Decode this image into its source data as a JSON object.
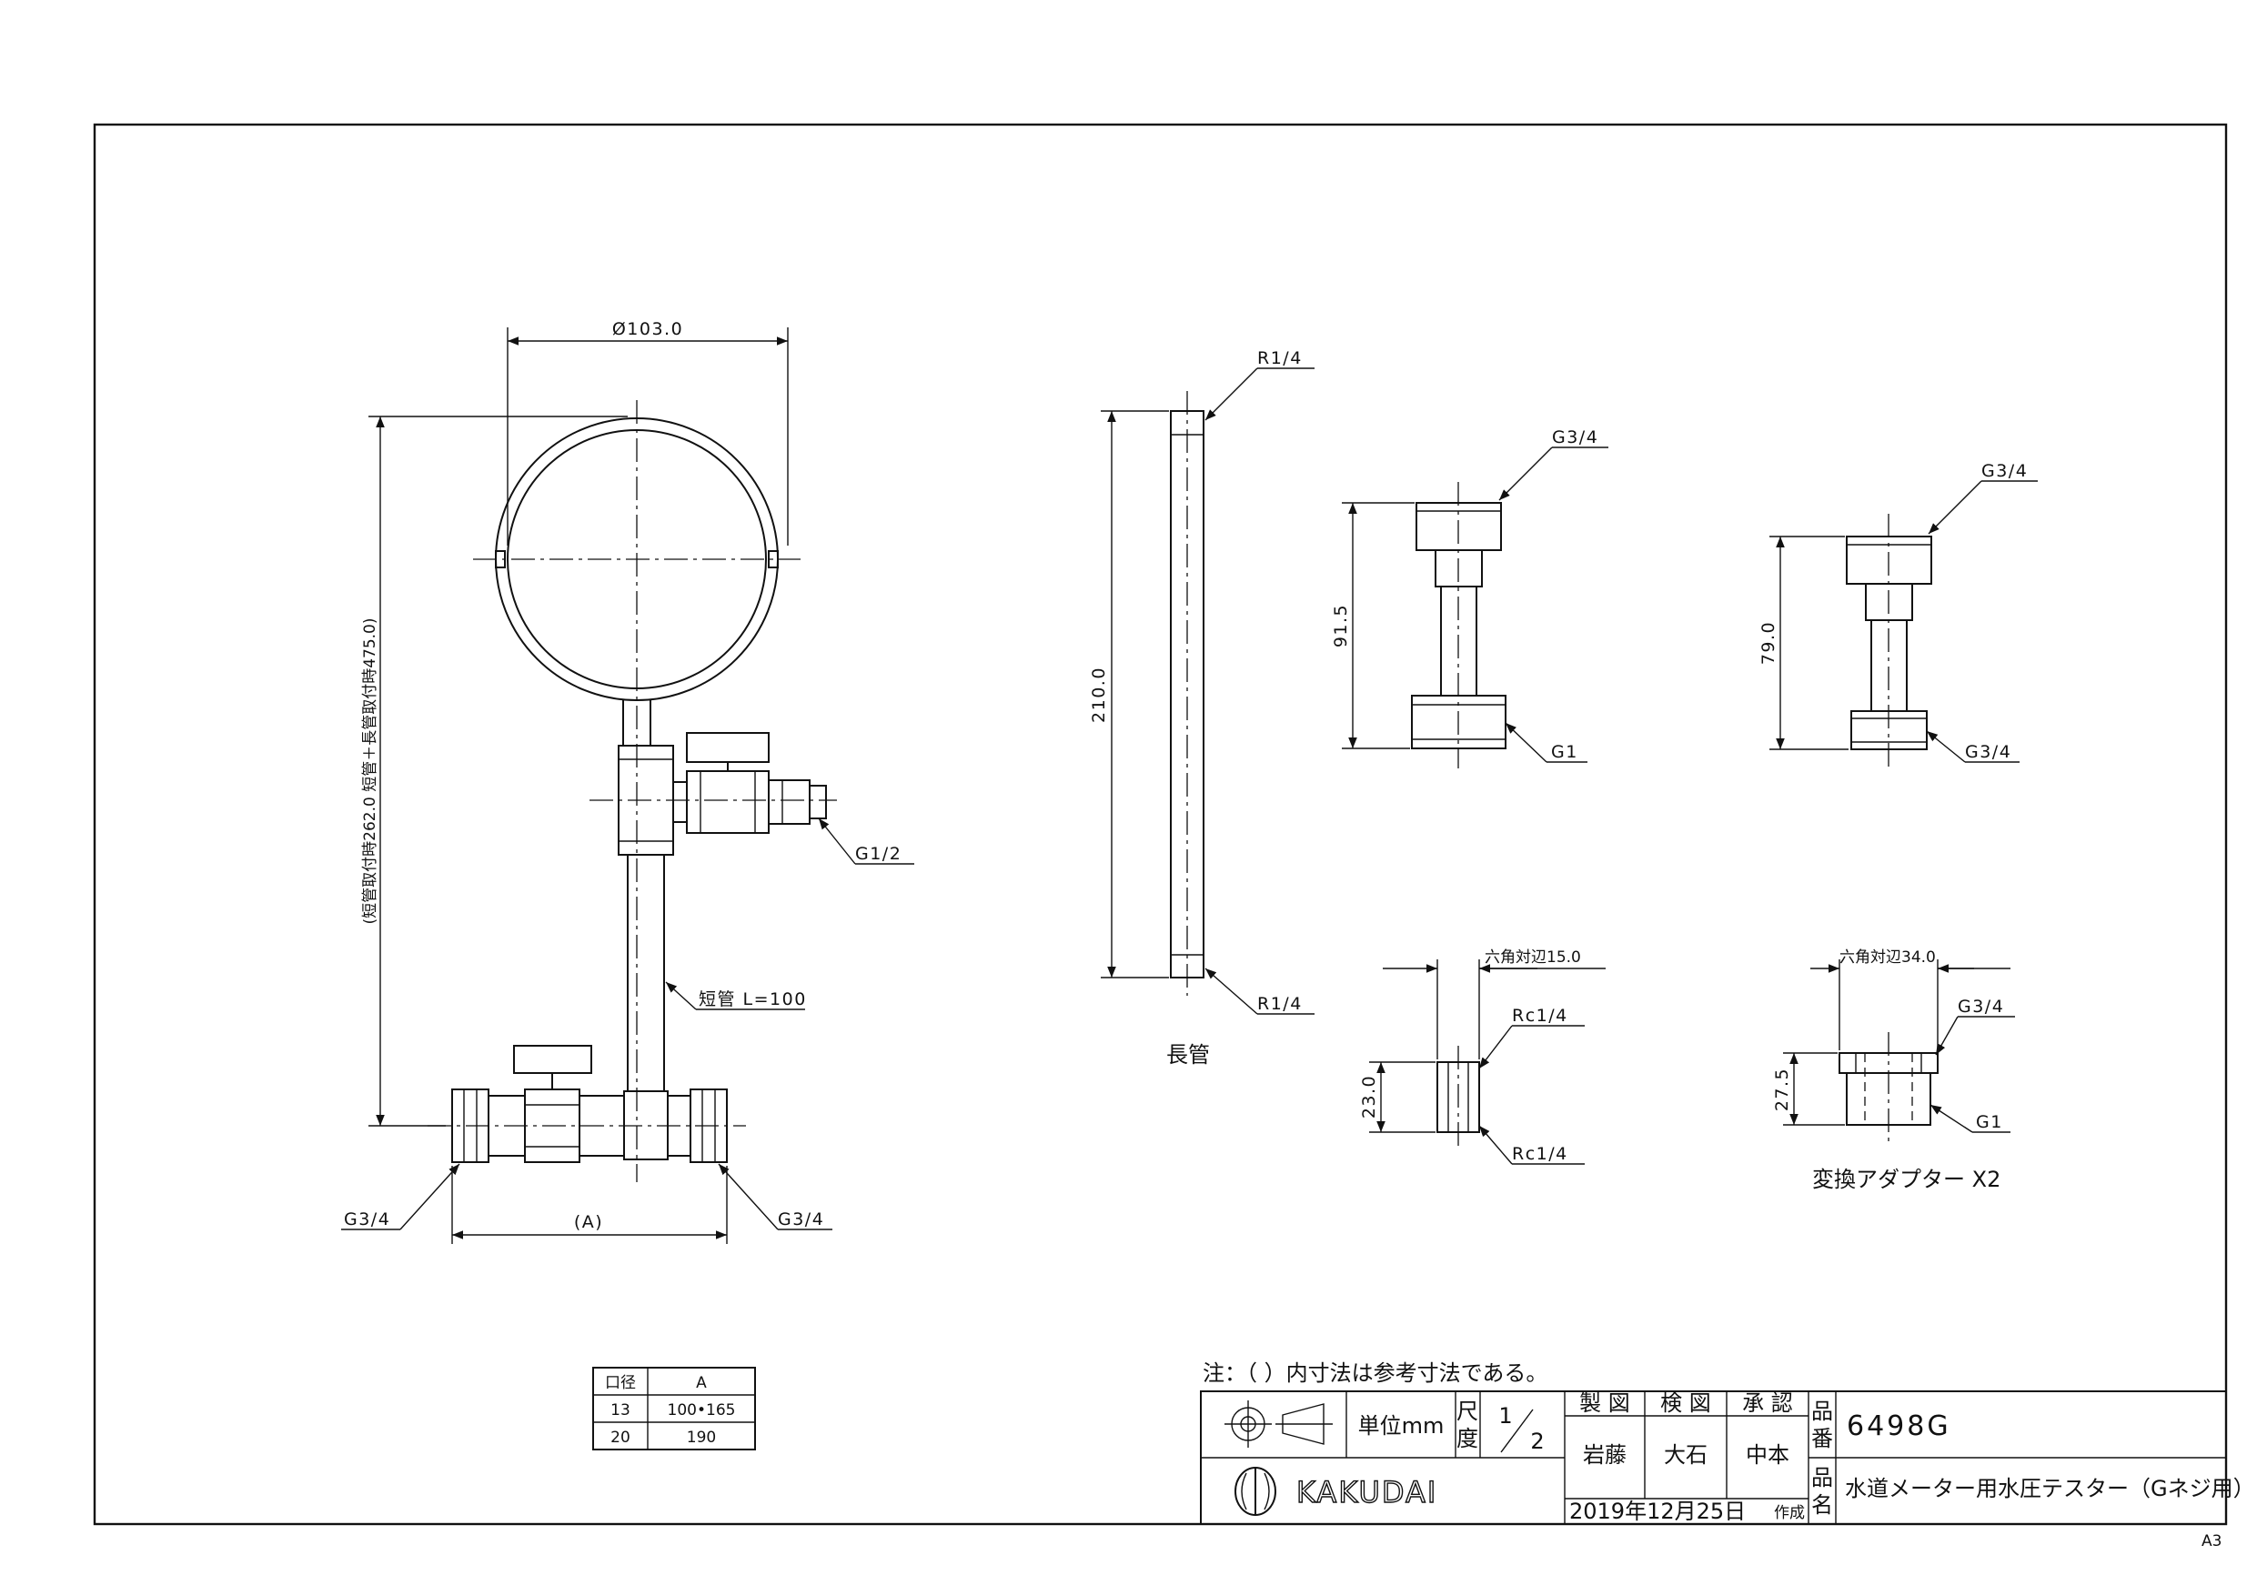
{
  "sheet_size": "A3",
  "logo_text": "KAKUDAI",
  "dimensions": {
    "dial_diameter": "Ø103.0",
    "total_height": "(短管取付時262.0  短管＋長管取付時475.0)",
    "width_a": "(A)",
    "long_pipe_length": "210.0",
    "adapter1_height": "91.5",
    "adapter2_height": "79.0",
    "nipple_length": "23.0",
    "nipple_hex": "六角対辺15.0",
    "adapter3_height": "27.5",
    "adapter3_hex": "六角対辺34.0"
  },
  "thread_labels": {
    "outlet_side": "G1/2",
    "inlet_left": "G3/4",
    "inlet_right": "G3/4",
    "long_pipe_top": "R1/4",
    "long_pipe_bottom": "R1/4",
    "adapter1_top": "G3/4",
    "adapter1_bottom": "G1",
    "adapter2_top": "G3/4",
    "adapter2_bottom": "G3/4",
    "nipple_top": "Rc1/4",
    "nipple_bottom": "Rc1/4",
    "adapter3_top": "G3/4",
    "adapter3_bottom": "G1"
  },
  "part_labels": {
    "short_pipe": "短管  L=100",
    "long_pipe": "長管",
    "adapter_set": "変換アダプター  X2"
  },
  "size_table": {
    "headers": [
      "口径",
      "A"
    ],
    "rows": [
      [
        "13",
        "100•165"
      ],
      [
        "20",
        "190"
      ]
    ]
  },
  "note": "注：（  ）内寸法は参考寸法である。",
  "title_block": {
    "unit_label": "単位mm",
    "scale_label_1": "尺",
    "scale_label_2": "度",
    "scale_num": "1",
    "scale_den": "2",
    "col_draw": "製  図",
    "col_check": "検  図",
    "col_approve": "承  認",
    "name_draw": "岩藤",
    "name_check": "大石",
    "name_approve": "中本",
    "date": "2019年12月25日",
    "date_suffix": "作成",
    "part_no_label_1": "品",
    "part_no_label_2": "番",
    "part_no": "6498G",
    "part_name_label_1": "品",
    "part_name_label_2": "名",
    "part_name": "水道メーター用水圧テスター（Gネジ用）"
  }
}
